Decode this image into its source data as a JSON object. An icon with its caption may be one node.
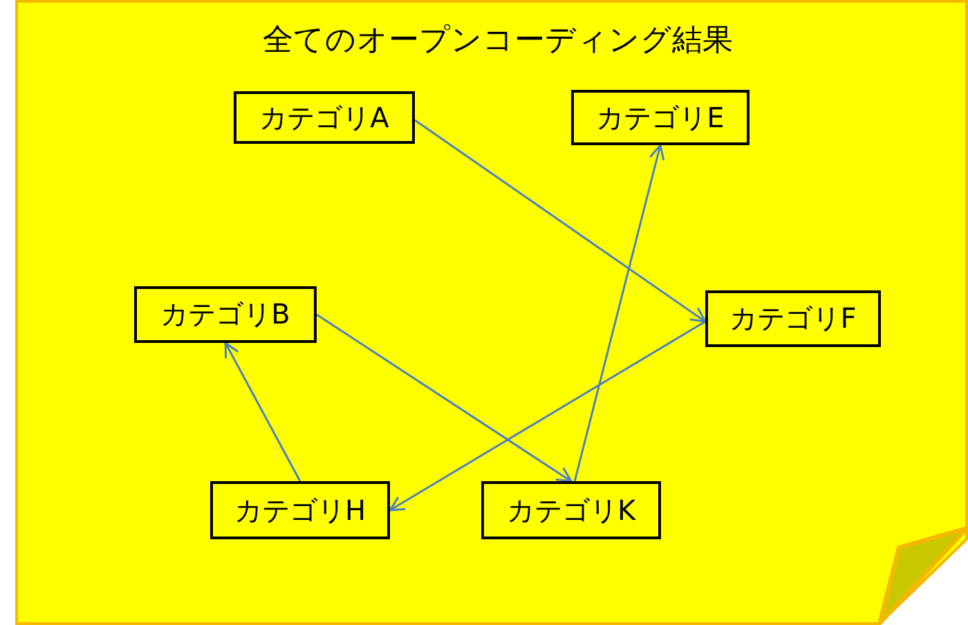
{
  "diagram": {
    "title": "全てのオープンコーディング結果",
    "nodes": [
      {
        "text": [
          "カテゴリA"
        ]
      },
      {
        "text": [
          "カテゴリE"
        ]
      },
      {
        "text": [
          "カテゴリB"
        ]
      },
      {
        "text": [
          "カテゴリF"
        ]
      },
      {
        "text": [
          "カテゴリH"
        ]
      },
      {
        "text": [
          "カテゴリK"
        ]
      }
    ],
    "edges": [
      {
        "from": 0,
        "to": 3,
        "arrow": "to"
      },
      {
        "from": 5,
        "to": 1,
        "arrow": "to"
      },
      {
        "from": 3,
        "to": 4,
        "arrow": "to"
      },
      {
        "from": 2,
        "to": 5,
        "arrow": "to"
      },
      {
        "from": 4,
        "to": 2,
        "arrow": "to"
      }
    ]
  }
}
